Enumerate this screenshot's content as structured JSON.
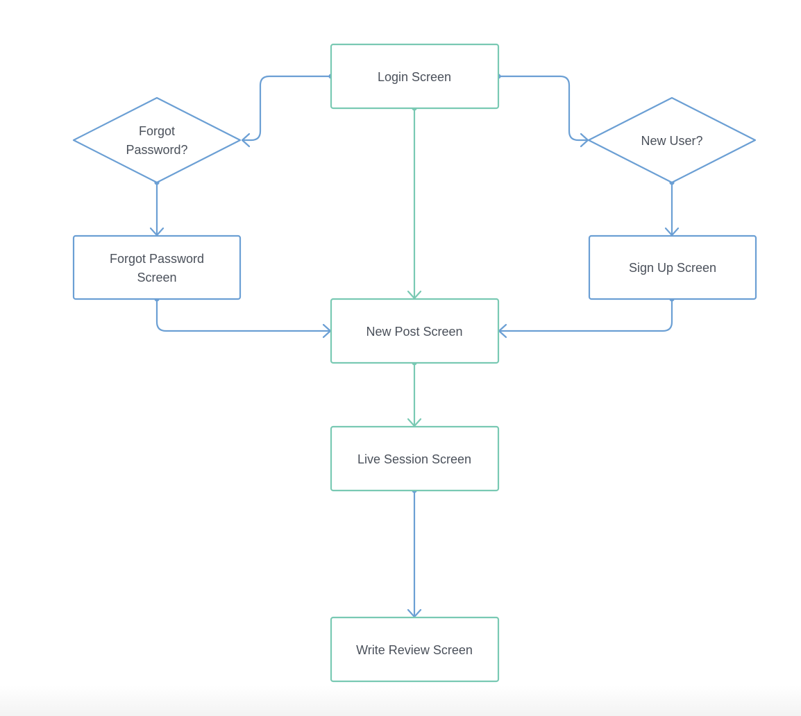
{
  "colors": {
    "teal": "#79c9b3",
    "blue": "#6b9fd4",
    "text": "#4a505a"
  },
  "nodes": {
    "login": {
      "shape": "rectangle",
      "color": "teal",
      "lines": [
        "Login Screen"
      ]
    },
    "forgot_question": {
      "shape": "diamond",
      "color": "blue",
      "lines": [
        "Forgot",
        "Password?"
      ]
    },
    "new_user_question": {
      "shape": "diamond",
      "color": "blue",
      "lines": [
        "New User?"
      ]
    },
    "forgot_password": {
      "shape": "rectangle",
      "color": "blue",
      "lines": [
        "Forgot Password",
        "Screen"
      ]
    },
    "sign_up": {
      "shape": "rectangle",
      "color": "blue",
      "lines": [
        "Sign Up Screen"
      ]
    },
    "new_post": {
      "shape": "rectangle",
      "color": "teal",
      "lines": [
        "New Post Screen"
      ]
    },
    "live_session": {
      "shape": "rectangle",
      "color": "teal",
      "lines": [
        "Live Session Screen"
      ]
    },
    "write_review": {
      "shape": "rectangle",
      "color": "teal",
      "lines": [
        "Write Review Screen"
      ]
    }
  },
  "edges": [
    {
      "from": "login",
      "to": "forgot_question",
      "color": "blue"
    },
    {
      "from": "login",
      "to": "new_user_question",
      "color": "blue"
    },
    {
      "from": "login",
      "to": "new_post",
      "color": "teal"
    },
    {
      "from": "forgot_question",
      "to": "forgot_password",
      "color": "blue"
    },
    {
      "from": "new_user_question",
      "to": "sign_up",
      "color": "blue"
    },
    {
      "from": "forgot_password",
      "to": "new_post",
      "color": "blue"
    },
    {
      "from": "sign_up",
      "to": "new_post",
      "color": "blue"
    },
    {
      "from": "new_post",
      "to": "live_session",
      "color": "teal"
    },
    {
      "from": "live_session",
      "to": "write_review",
      "color": "blue"
    }
  ]
}
